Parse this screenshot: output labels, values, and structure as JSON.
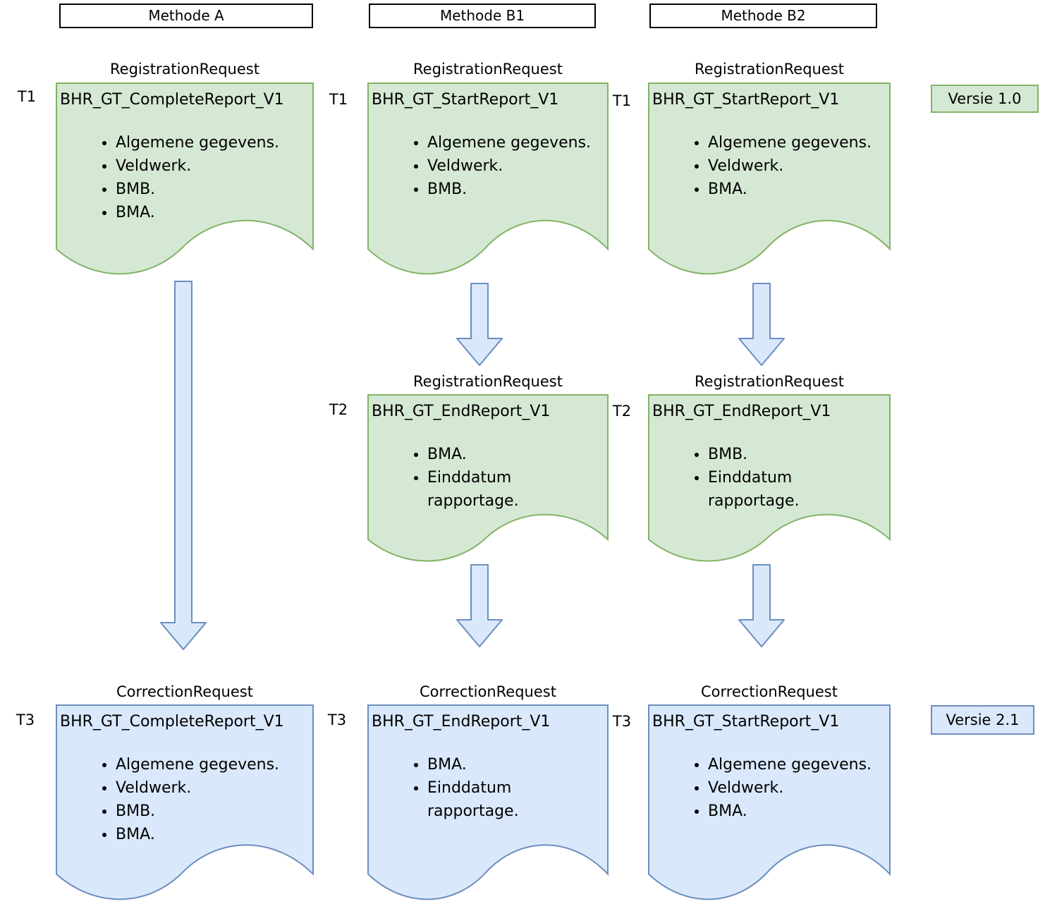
{
  "headers": {
    "a": "Methode A",
    "b1": "Methode B1",
    "b2": "Methode B2"
  },
  "badges": {
    "v1": "Versie 1.0",
    "v2": "Versie 2.1"
  },
  "docs": {
    "a_t1": {
      "time": "T1",
      "kind": "RegistrationRequest",
      "title": "BHR_GT_CompleteReport_V1",
      "items": [
        "Algemene gegevens.",
        "Veldwerk.",
        "BMB.",
        "BMA."
      ]
    },
    "b1_t1": {
      "time": "T1",
      "kind": "RegistrationRequest",
      "title": "BHR_GT_StartReport_V1",
      "items": [
        "Algemene gegevens.",
        "Veldwerk.",
        "BMB."
      ]
    },
    "b2_t1": {
      "time": "T1",
      "kind": "RegistrationRequest",
      "title": "BHR_GT_StartReport_V1",
      "items": [
        "Algemene gegevens.",
        "Veldwerk.",
        "BMA."
      ]
    },
    "b1_t2": {
      "time": "T2",
      "kind": "RegistrationRequest",
      "title": "BHR_GT_EndReport_V1",
      "items": [
        "BMA.",
        "Einddatum rapportage."
      ]
    },
    "b2_t2": {
      "time": "T2",
      "kind": "RegistrationRequest",
      "title": "BHR_GT_EndReport_V1",
      "items": [
        "BMB.",
        "Einddatum rapportage."
      ]
    },
    "a_t3": {
      "time": "T3",
      "kind": "CorrectionRequest",
      "title": "BHR_GT_CompleteReport_V1",
      "items": [
        "Algemene gegevens.",
        "Veldwerk.",
        "BMB.",
        "BMA."
      ]
    },
    "b1_t3": {
      "time": "T3",
      "kind": "CorrectionRequest",
      "title": "BHR_GT_EndReport_V1",
      "items": [
        "BMA.",
        "Einddatum rapportage."
      ]
    },
    "b2_t3": {
      "time": "T3",
      "kind": "CorrectionRequest",
      "title": "BHR_GT_StartReport_V1",
      "items": [
        "Algemene gegevens.",
        "Veldwerk.",
        "BMA."
      ]
    }
  },
  "colors": {
    "green_fill": "#d5e8d4",
    "green_stroke": "#82b366",
    "blue_fill": "#dae8fc",
    "blue_stroke": "#6c8ebf",
    "header_border": "#000000",
    "text": "#000000"
  }
}
